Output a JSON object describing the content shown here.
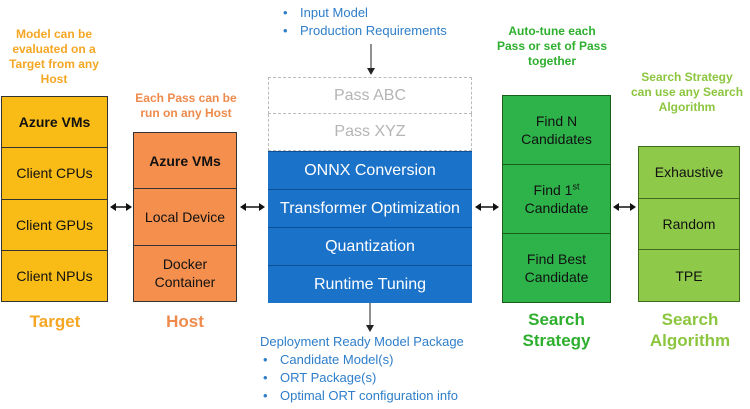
{
  "top_inputs": [
    "Input Model",
    "Production Requirements"
  ],
  "notes": {
    "target": "Model can be evaluated on a Target from any Host",
    "host": "Each Pass can be run on any Host",
    "search": "Auto-tune each Pass or set of Pass together",
    "algorithm": "Search Strategy can use any Search Algorithm"
  },
  "target": {
    "items": [
      "Azure VMs",
      "Client CPUs",
      "Client GPUs",
      "Client NPUs"
    ],
    "label": "Target"
  },
  "host": {
    "items": [
      "Azure VMs",
      "Local Device",
      "Docker Container"
    ],
    "label": "Host"
  },
  "passes": {
    "inactive": [
      "Pass ABC",
      "Pass XYZ"
    ],
    "active": [
      "ONNX Conversion",
      "Transformer Optimization",
      "Quantization",
      "Runtime Tuning"
    ]
  },
  "search_strategy": {
    "items": [
      "Find N Candidates",
      "Find 1",
      "Candidate",
      "Find Best Candidate"
    ],
    "superscript": "st",
    "label_line1": "Search",
    "label_line2": "Strategy"
  },
  "search_algorithm": {
    "items": [
      "Exhaustive",
      "Random",
      "TPE"
    ],
    "label_line1": "Search",
    "label_line2": "Algorithm"
  },
  "deployment": {
    "title": "Deployment Ready Model Package",
    "items": [
      "Candidate Model(s)",
      "ORT Package(s)",
      "Optimal ORT configuration info"
    ]
  },
  "colors": {
    "target": "#F9BC16",
    "host": "#F58F4D",
    "pass_active": "#1B72C9",
    "search_strategy": "#2DB34A",
    "search_algorithm": "#8FC94A",
    "text_blue": "#2E7EC9"
  }
}
